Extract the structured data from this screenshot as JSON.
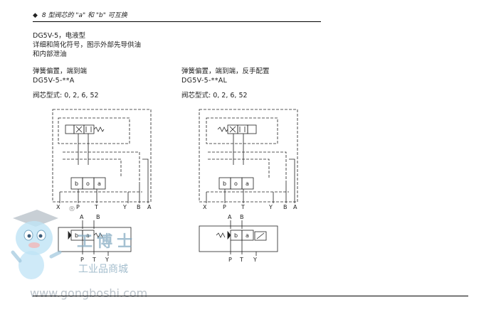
{
  "header": {
    "bullet": "◆",
    "title": "8 型阀芯的 \"a\" 和 \"b\" 可互换"
  },
  "intro": {
    "model": "DG5V-5，电液型",
    "line2": "详细和简化符号，图示外部先导供油",
    "line3": "和内部泄油"
  },
  "left": {
    "heading": "弹簧偏置，端到端",
    "code": "DG5V-5-**A",
    "spool": "阀芯型式: 0, 2, 6, 52"
  },
  "right": {
    "heading": "弹簧偏置，端到端，反手配置",
    "code": "DG5V-5-**AL",
    "spool": "阀芯型式: 0, 2, 6, 52"
  },
  "ports": {
    "X": "X",
    "P": "P",
    "T": "T",
    "Y": "Y",
    "B": "B",
    "A": "A"
  },
  "spool_labels": {
    "b": "b",
    "o": "o",
    "a": "a"
  },
  "watermark": {
    "registered": "®",
    "brand": "工博士",
    "sub": "工业品商城",
    "url": "www.gongboshi.com"
  }
}
